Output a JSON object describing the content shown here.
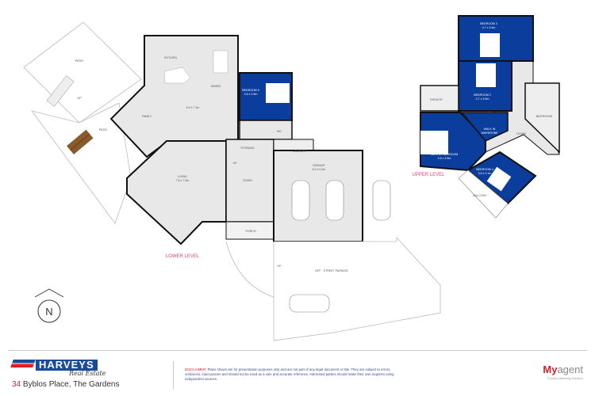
{
  "colors": {
    "room_blue": "#0b3d9c",
    "floor_gray": "#e8e8e8",
    "wall": "#111111",
    "level_label": "#e0457b",
    "brand_blue": "#1a4a9c",
    "brand_red": "#e31b23"
  },
  "lower_level": {
    "label": "LOWER LEVEL",
    "rooms": {
      "patio_top": "PATIO",
      "patio_bottom": "PATIO",
      "patio_up": "UP",
      "kitchen": "KITCHEN",
      "dining": "DINING",
      "family": "FAMILY",
      "family_size": "6.9 x 7.1m",
      "bedroom5": "BEDROOM 5",
      "bedroom5_size": "3.6 x 2.9m",
      "wc": "WC",
      "storage": "STORAGE",
      "laundry": "LAUNDRY",
      "garage": "GARAGE",
      "garage_size": "6.0 x 6.3m",
      "living": "LIVING",
      "living_size": "7.6 x 7.2m",
      "stairs_up": "UP",
      "stairs_down": "DOWN",
      "porch": "PORCH",
      "drive_up": "UP",
      "parking": "OFF - STREET PARKING"
    }
  },
  "upper_level": {
    "label": "UPPER LEVEL",
    "rooms": {
      "bedroom3": "BEDROOM 3",
      "bedroom3_size": "3.7 x 3.4m",
      "bedroom2": "BEDROOM 2",
      "bedroom2_size": "3.7 x 3.5m",
      "ensuite": "ENSUITE",
      "wiw1": "WALK IN",
      "wiw2": "WARDROBE",
      "bathroom": "BATHROOM",
      "down": "DOWN",
      "master": "MASTER BEDROOM",
      "master_size": "3.6 x 4.6m",
      "bedroom4": "BEDROOM 4",
      "bedroom4_size": "3.6 x 3.1m",
      "balcony": "BALCONY"
    }
  },
  "compass": {
    "label": "N",
    "icon": "north-arrow-icon"
  },
  "footer": {
    "brand": "HARVEYS",
    "brand_sub": "Real Estate",
    "address_number": "34",
    "address_rest": "Byblos Place, The Gardens",
    "disclaimer_heading": "DISCLAIMER:",
    "disclaimer_text": "Plans shown are for presentation purposes only and are not part of any legal document or title. They are subject to errors, omissions, inaccuracies and should not be used as a sole and accurate reference. Interested parties should make their own inquiries using independent sources.",
    "agent_my": "My",
    "agent_rest": "agent",
    "agent_tagline": "Property Marketing Solutions"
  }
}
